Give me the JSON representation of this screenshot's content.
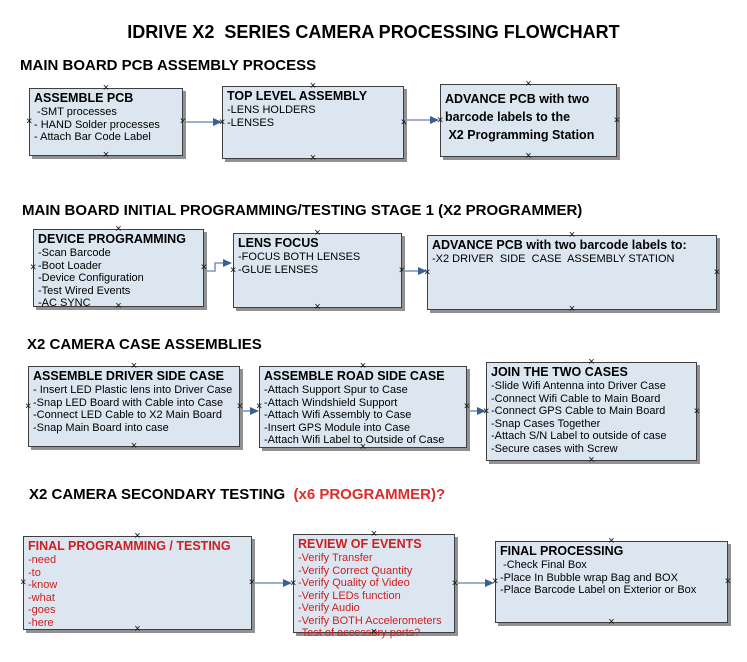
{
  "title": "IDRIVE X2  SERIES CAMERA PROCESSING FLOWCHART",
  "colors": {
    "box_fill": "#dce6f1",
    "box_border": "#3f3f3f",
    "box_shadow": "#919191",
    "arrow_line": "#7f97b6",
    "arrow_head": "#3a5f98",
    "red_text": "#cc1f1f",
    "section4_red": "#e02b2b",
    "title_color": "#000000"
  },
  "icons": {
    "connection_handle": "×"
  },
  "sections": [
    {
      "header": "MAIN BOARD PCB ASSEMBLY PROCESS",
      "boxes": [
        {
          "header": "ASSEMBLE PCB",
          "items": [
            " -SMT processes",
            "- HAND Solder processes",
            "- Attach Bar Code Label"
          ]
        },
        {
          "header": "TOP LEVEL ASSEMBLY",
          "items": [
            "-LENS HOLDERS",
            "-LENSES"
          ]
        },
        {
          "lines": [
            "ADVANCE PCB with two",
            "barcode labels to the",
            " X2 Programming Station"
          ]
        }
      ]
    },
    {
      "header": "MAIN BOARD INITIAL PROGRAMMING/TESTING STAGE 1 (X2 PROGRAMMER)",
      "boxes": [
        {
          "header": "DEVICE PROGRAMMING",
          "items": [
            "-Scan Barcode",
            "-Boot Loader",
            "-Device Configuration",
            "-Test Wired Events",
            "-AC SYNC"
          ]
        },
        {
          "header": "LENS FOCUS",
          "items": [
            "-FOCUS BOTH LENSES",
            "-GLUE LENSES"
          ]
        },
        {
          "header": "ADVANCE PCB with two barcode labels to:",
          "items": [
            "-X2 DRIVER  SIDE  CASE  ASSEMBLY STATION"
          ]
        }
      ]
    },
    {
      "header": "X2 CAMERA CASE ASSEMBLIES",
      "boxes": [
        {
          "header": "ASSEMBLE DRIVER SIDE CASE",
          "items": [
            "- Insert LED Plastic lens into Driver Case",
            "-Snap LED Board with Cable into Case",
            "-Connect LED Cable to X2 Main Board",
            "-Snap Main Board into case"
          ]
        },
        {
          "header": "ASSEMBLE ROAD SIDE CASE",
          "items": [
            "-Attach Support Spur to Case",
            "-Attach Windshield Support",
            "-Attach Wifi Assembly to Case",
            "-Insert GPS Module into Case",
            "-Attach Wifi Label to Outside of Case"
          ]
        },
        {
          "header": "JOIN THE TWO CASES",
          "items": [
            "-Slide Wifi Antenna into Driver Case",
            "-Connect Wifi Cable to Main Board",
            "-Connect GPS Cable to Main Board",
            "-Snap Cases Together",
            "-Attach S/N Label to outside of case",
            "-Secure cases with Screw"
          ]
        }
      ]
    },
    {
      "header": "X2 CAMERA SECONDARY TESTING  ",
      "header_suffix": "(x6 PROGRAMMER)?",
      "boxes": [
        {
          "header": "FINAL PROGRAMMING / TESTING",
          "items": [
            "-need",
            "-to",
            "-know",
            "-what",
            "-goes",
            "-here"
          ]
        },
        {
          "header": "REVIEW OF EVENTS",
          "items": [
            "-Verify Transfer",
            "-Verify Correct Quantity",
            "-Verify Quality of Video",
            "-Verify LEDs function",
            "-Verify Audio",
            "-Verify BOTH Accelerometers",
            "-Test of accessory ports?"
          ]
        },
        {
          "header": "FINAL PROCESSING",
          "items": [
            " -Check Final Box",
            "-Place In Bubble wrap Bag and BOX",
            "-Place Barcode Label on Exterior or Box"
          ]
        }
      ]
    }
  ]
}
